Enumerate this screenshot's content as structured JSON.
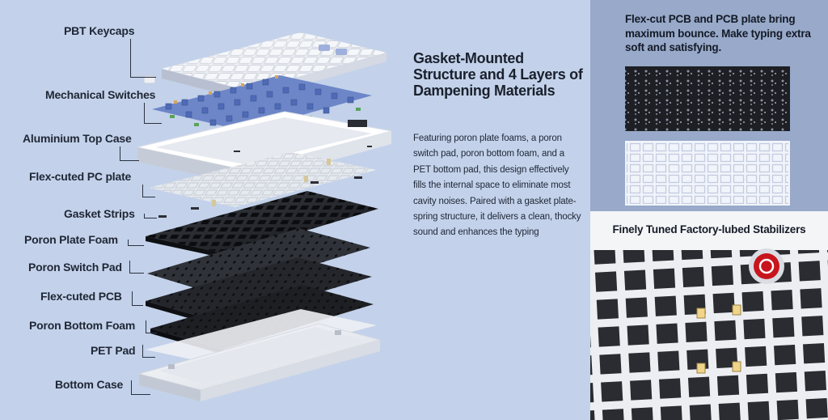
{
  "layers": [
    {
      "id": "keycaps",
      "label": "PBT Keycaps"
    },
    {
      "id": "switches",
      "label": "Mechanical Switches"
    },
    {
      "id": "top-case",
      "label": "Aluminium Top Case"
    },
    {
      "id": "pc-plate",
      "label": "Flex-cuted PC plate"
    },
    {
      "id": "gasket",
      "label": "Gasket Strips"
    },
    {
      "id": "plate-foam",
      "label": "Poron Plate Foam"
    },
    {
      "id": "switch-pad",
      "label": "Poron Switch Pad"
    },
    {
      "id": "pcb",
      "label": "Flex-cuted PCB"
    },
    {
      "id": "bottom-foam",
      "label": "Poron Bottom Foam"
    },
    {
      "id": "pet-pad",
      "label": "PET Pad"
    },
    {
      "id": "bottom-case",
      "label": "Bottom Case"
    }
  ],
  "main": {
    "heading": "Gasket-Mounted Structure and 4 Layers of Dampening Materials",
    "body": "Featuring poron plate foams, a poron switch pad, poron bottom foam, and a PET bottom pad, this design effectively fills the internal space to eliminate most cavity noises. Paired with a gasket plate-spring structure, it delivers a clean, thocky sound and enhances the typing"
  },
  "pcb_panel": {
    "title": "Flex-cut PCB and PCB plate bring maximum bounce. Make typing extra soft and satisfying."
  },
  "stabilizer_panel": {
    "title": "Finely Tuned Factory-lubed Stabilizers"
  },
  "colors": {
    "left_bg": "#c3d2ea",
    "right_top_bg": "#98a9c9",
    "pcb_dark": "#1d1f24",
    "switch_blue": "#5b79c9",
    "switch_green": "#5aa35a",
    "case_white": "#f2f3f6",
    "logo_red": "#c8141c"
  }
}
